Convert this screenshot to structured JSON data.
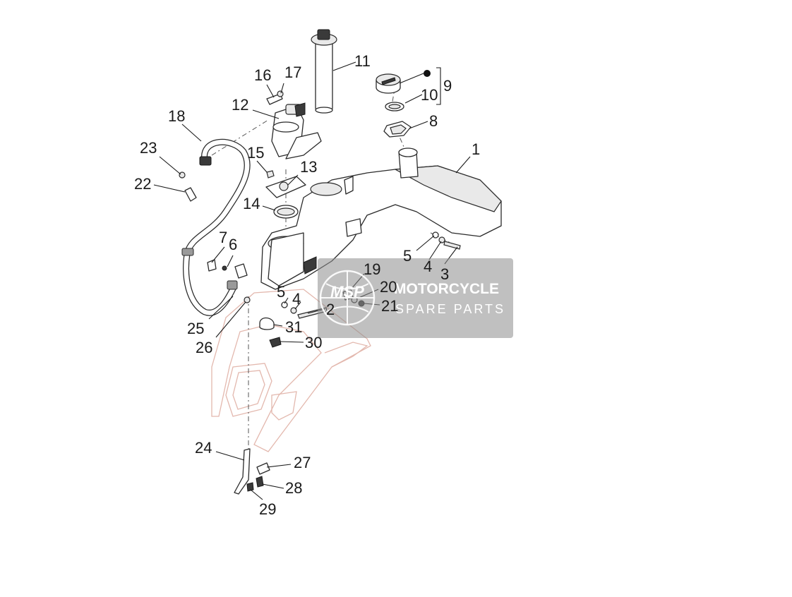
{
  "watermark": {
    "logo": "MSP",
    "line1": "MOTORCYCLE",
    "line2": "SPARE PARTS"
  },
  "callouts": [
    {
      "id": "c1",
      "label": "1"
    },
    {
      "id": "c2",
      "label": "2"
    },
    {
      "id": "c3",
      "label": "3"
    },
    {
      "id": "c4a",
      "label": "4"
    },
    {
      "id": "c4b",
      "label": "4"
    },
    {
      "id": "c5a",
      "label": "5"
    },
    {
      "id": "c5b",
      "label": "5"
    },
    {
      "id": "c6",
      "label": "6"
    },
    {
      "id": "c7",
      "label": "7"
    },
    {
      "id": "c8",
      "label": "8"
    },
    {
      "id": "c9",
      "label": "9"
    },
    {
      "id": "c10",
      "label": "10"
    },
    {
      "id": "c11",
      "label": "11"
    },
    {
      "id": "c12",
      "label": "12"
    },
    {
      "id": "c13",
      "label": "13"
    },
    {
      "id": "c14",
      "label": "14"
    },
    {
      "id": "c15",
      "label": "15"
    },
    {
      "id": "c16",
      "label": "16"
    },
    {
      "id": "c17",
      "label": "17"
    },
    {
      "id": "c18",
      "label": "18"
    },
    {
      "id": "c19",
      "label": "19"
    },
    {
      "id": "c20",
      "label": "20"
    },
    {
      "id": "c21",
      "label": "21"
    },
    {
      "id": "c22",
      "label": "22"
    },
    {
      "id": "c23",
      "label": "23"
    },
    {
      "id": "c24",
      "label": "24"
    },
    {
      "id": "c25",
      "label": "25"
    },
    {
      "id": "c26",
      "label": "26"
    },
    {
      "id": "c27",
      "label": "27"
    },
    {
      "id": "c28",
      "label": "28"
    },
    {
      "id": "c29",
      "label": "29"
    },
    {
      "id": "c30",
      "label": "30"
    },
    {
      "id": "c31",
      "label": "31"
    }
  ]
}
